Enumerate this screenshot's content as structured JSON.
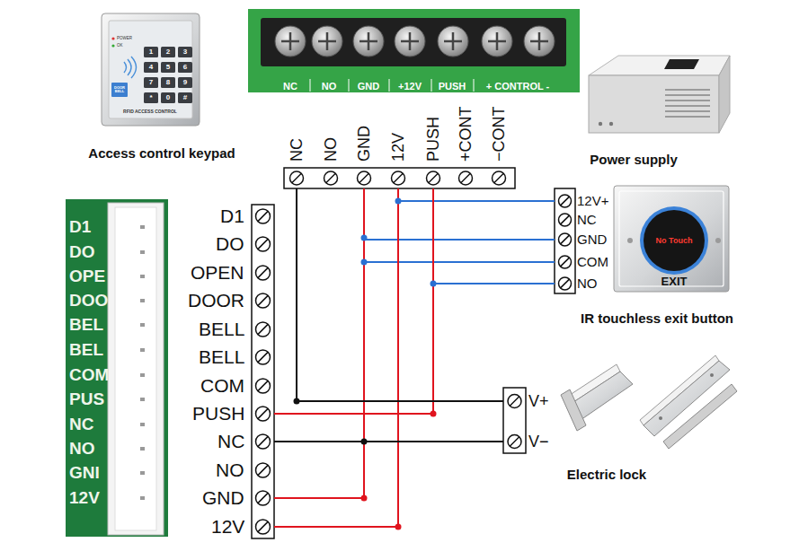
{
  "diagram": {
    "nodes": [
      {
        "text": [
          "NC"
        ]
      },
      {
        "text": [
          "NO"
        ]
      },
      {
        "text": [
          "GND"
        ]
      },
      {
        "text": [
          "12V"
        ]
      },
      {
        "text": [
          "PUSH"
        ]
      },
      {
        "text": [
          "+CONT"
        ]
      },
      {
        "text": [
          "−CONT"
        ]
      },
      {
        "text": [
          "12V+"
        ]
      },
      {
        "text": [
          "NC"
        ]
      },
      {
        "text": [
          "GND"
        ]
      },
      {
        "text": [
          "COM"
        ]
      },
      {
        "text": [
          "NO"
        ]
      },
      {
        "text": [
          "D1"
        ]
      },
      {
        "text": [
          "DO"
        ]
      },
      {
        "text": [
          "OPEN"
        ]
      },
      {
        "text": [
          "DOOR"
        ]
      },
      {
        "text": [
          "BELL"
        ]
      },
      {
        "text": [
          "BELL"
        ]
      },
      {
        "text": [
          "COM"
        ]
      },
      {
        "text": [
          "PUSH"
        ]
      },
      {
        "text": [
          "NC"
        ]
      },
      {
        "text": [
          "NO"
        ]
      },
      {
        "text": [
          "GND"
        ]
      },
      {
        "text": [
          "12V"
        ]
      },
      {
        "text": [
          "V+"
        ]
      },
      {
        "text": [
          "V−"
        ]
      }
    ],
    "edges": [
      {
        "from": 7,
        "to": 3,
        "arrow": "none"
      },
      {
        "from": 9,
        "to": 2,
        "arrow": "none"
      },
      {
        "from": 10,
        "to": 2,
        "arrow": "none"
      },
      {
        "from": 11,
        "to": 4,
        "arrow": "none"
      },
      {
        "from": 19,
        "to": 4,
        "arrow": "none"
      },
      {
        "from": 22,
        "to": 2,
        "arrow": "none"
      },
      {
        "from": 23,
        "to": 3,
        "arrow": "none"
      },
      {
        "from": 0,
        "to": 24,
        "arrow": "none"
      },
      {
        "from": 20,
        "to": 25,
        "arrow": "none"
      }
    ],
    "labels": [
      "Access control keypad",
      "Power supply",
      "IR touchless exit button",
      "Electric lock",
      "NC",
      "NO",
      "GND",
      "+12V",
      "PUSH",
      "+ CONTROL -",
      "D1",
      "DO",
      "OPE",
      "DOO",
      "BEL",
      "BEL",
      "COM",
      "PUS",
      "NC",
      "NO",
      "GNI",
      "12V",
      "POWER",
      "OK",
      "1",
      "2",
      "3",
      "4",
      "5",
      "6",
      "7",
      "8",
      "9",
      "*",
      "0",
      "#",
      "DOOR BELL",
      "RFID ACCESS CONTROL",
      "No Touch",
      "EXIT"
    ]
  }
}
